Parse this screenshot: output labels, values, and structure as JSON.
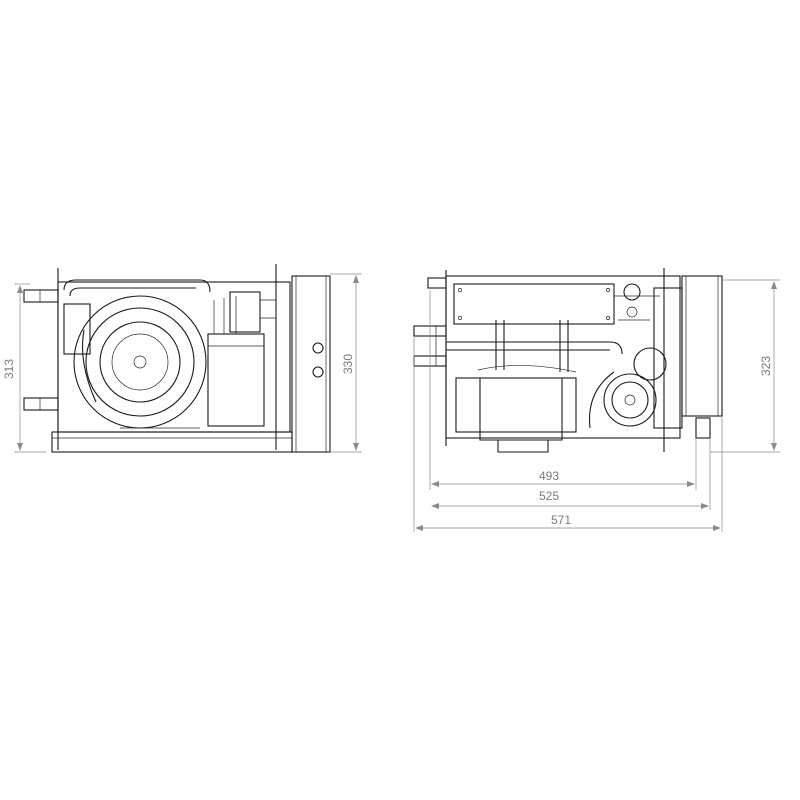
{
  "dimensions": {
    "front_height_inner": "313",
    "front_height_outer": "330",
    "side_height": "323",
    "side_width_a": "493",
    "side_width_b": "525",
    "side_width_c": "571"
  },
  "colors": {
    "line": "#1a1a1a",
    "dimension": "#8a8a8a",
    "background": "#ffffff"
  }
}
